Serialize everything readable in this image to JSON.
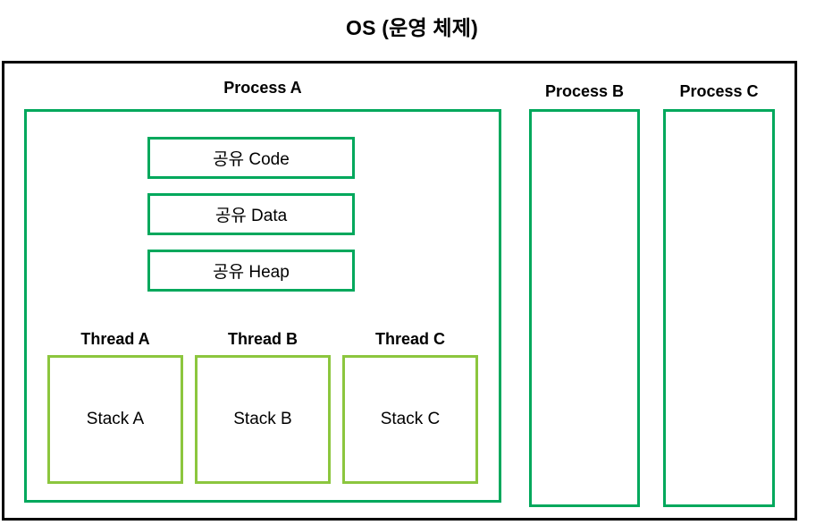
{
  "diagram": {
    "title": "OS (운영 체제)",
    "colors": {
      "frame_black": "#000000",
      "process_green": "#00a85c",
      "thread_green": "#8cc63e",
      "background": "#ffffff"
    },
    "processes": [
      {
        "label": "Process A",
        "shared_segments": [
          {
            "label": "공유 Code"
          },
          {
            "label": "공유 Data"
          },
          {
            "label": "공유 Heap"
          }
        ],
        "threads": [
          {
            "label": "Thread A",
            "stack_label": "Stack A"
          },
          {
            "label": "Thread B",
            "stack_label": "Stack B"
          },
          {
            "label": "Thread C",
            "stack_label": "Stack C"
          }
        ]
      },
      {
        "label": "Process B",
        "shared_segments": [],
        "threads": []
      },
      {
        "label": "Process C",
        "shared_segments": [],
        "threads": []
      }
    ]
  }
}
